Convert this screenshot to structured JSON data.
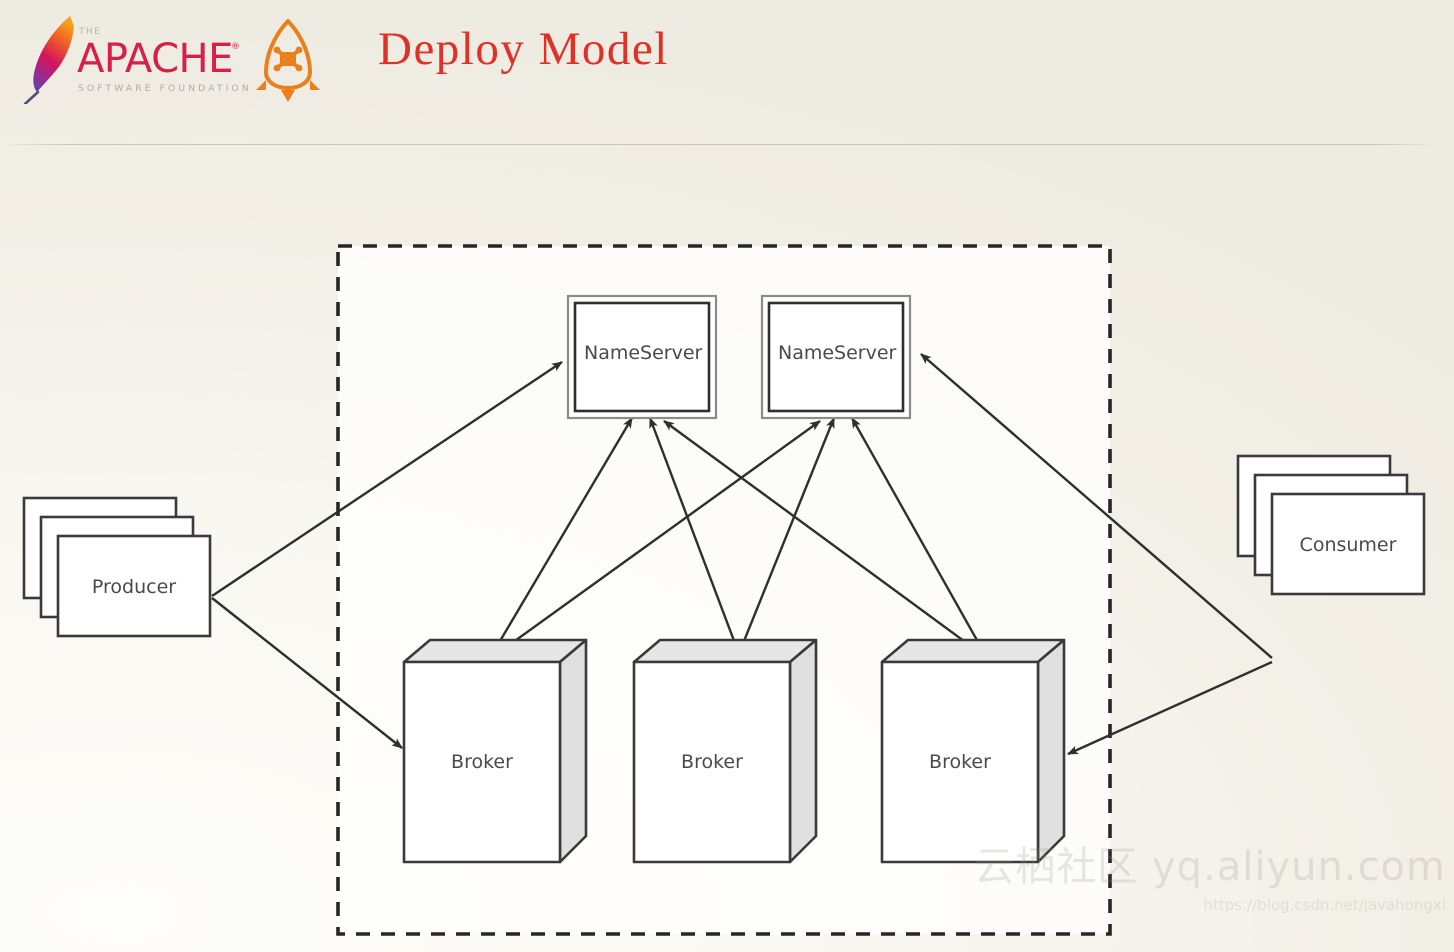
{
  "header": {
    "title": "Deploy Model",
    "title_color": "#e03127",
    "apache_logo": {
      "the": "THE",
      "name": "APACHE",
      "tagline": "SOFTWARE FOUNDATION",
      "trademark": "®",
      "color": "#d81f46"
    },
    "rocketmq_logo": {
      "name": "rocketmq-rocket-icon",
      "color": "#e8801b"
    }
  },
  "diagram": {
    "cluster": {
      "name": "rocketmq-cluster",
      "border_style": "dashed"
    },
    "nodes": {
      "producer": {
        "label": "Producer",
        "shape": "stacked-rectangles",
        "count": 3
      },
      "consumer": {
        "label": "Consumer",
        "shape": "stacked-rectangles",
        "count": 3
      },
      "nameservers": [
        {
          "label": "NameServer",
          "shape": "double-border-box"
        },
        {
          "label": "NameServer",
          "shape": "double-border-box"
        }
      ],
      "brokers": [
        {
          "label": "Broker",
          "shape": "3d-box"
        },
        {
          "label": "Broker",
          "shape": "3d-box"
        },
        {
          "label": "Broker",
          "shape": "3d-box"
        }
      ]
    },
    "connections": [
      {
        "from": "producer",
        "to": "nameserver-1",
        "arrow": "single"
      },
      {
        "from": "producer",
        "to": "broker-1",
        "arrow": "single"
      },
      {
        "from": "consumer",
        "to": "nameserver-2",
        "arrow": "single"
      },
      {
        "from": "consumer",
        "to": "broker-3",
        "arrow": "single"
      },
      {
        "from": "broker-1",
        "to": "nameserver-1",
        "arrow": "single"
      },
      {
        "from": "broker-1",
        "to": "nameserver-2",
        "arrow": "single"
      },
      {
        "from": "broker-2",
        "to": "nameserver-1",
        "arrow": "single"
      },
      {
        "from": "broker-2",
        "to": "nameserver-2",
        "arrow": "single"
      },
      {
        "from": "broker-3",
        "to": "nameserver-1",
        "arrow": "single"
      },
      {
        "from": "broker-3",
        "to": "nameserver-2",
        "arrow": "single"
      }
    ],
    "stroke_color": "#3a3a3a",
    "face_color": "#ffffff",
    "shade_color": "#e4e4e4"
  },
  "watermark": {
    "main": "云栖社区 yq.aliyun.com",
    "sub": "https://blog.csdn.net/javahongxi"
  }
}
